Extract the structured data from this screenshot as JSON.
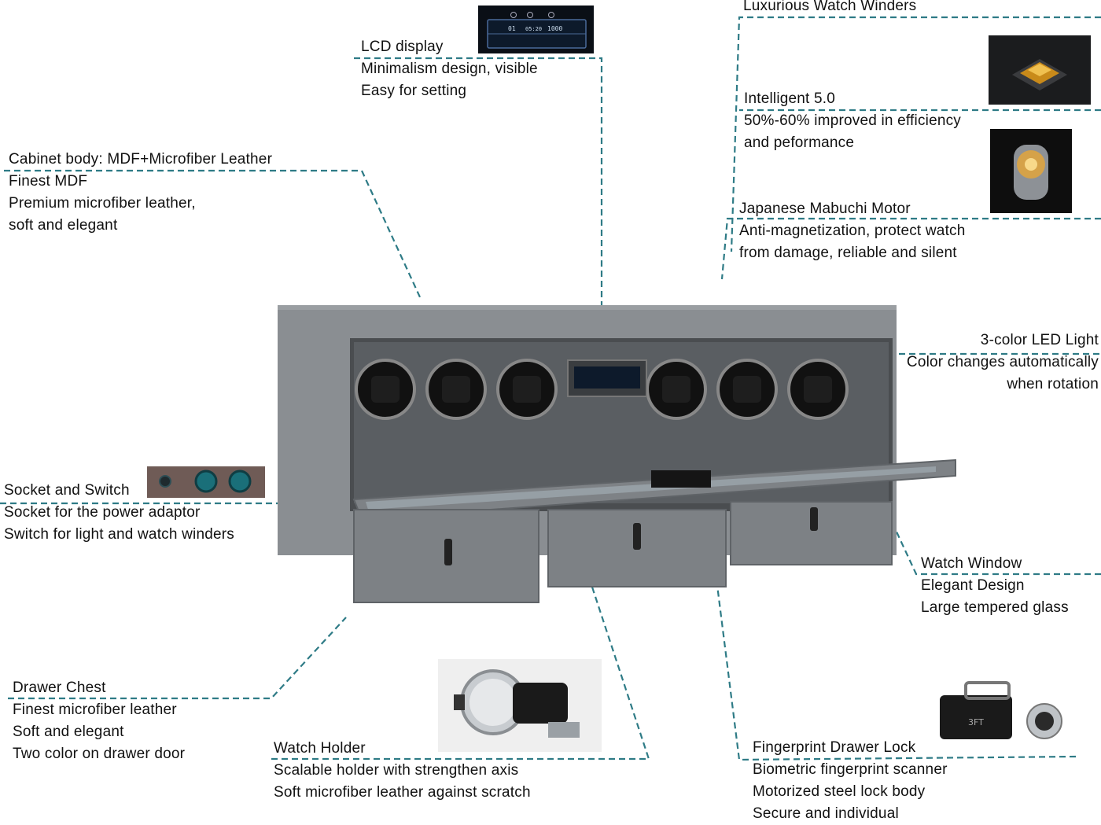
{
  "colors": {
    "leader": "#2e7b86",
    "cabinet": "#8a8e92",
    "cabinet_dark": "#6b6f73",
    "interior": "#3f4245",
    "winder": "#111111",
    "lcd": "#0d1a2b"
  },
  "features": {
    "luxurious": {
      "title": "Luxurious Watch Winders"
    },
    "lcd": {
      "title": "LCD display",
      "lines": [
        "Minimalism design, visible",
        "Easy for setting"
      ]
    },
    "cabinet": {
      "title": "Cabinet body: MDF+Microfiber Leather",
      "lines": [
        "Finest MDF",
        "Premium microfiber leather,",
        "soft and elegant"
      ]
    },
    "intelligent": {
      "title": "Intelligent 5.0",
      "lines": [
        "50%-60% improved in efficiency",
        "and peformance"
      ]
    },
    "motor": {
      "title": "Japanese Mabuchi Motor",
      "lines": [
        "Anti-magnetization, protect watch",
        "from damage, reliable and silent"
      ]
    },
    "led": {
      "title": "3-color LED Light",
      "lines": [
        "Color changes automatically",
        "when rotation"
      ]
    },
    "socket": {
      "title": "Socket and Switch",
      "lines": [
        "Socket for the power adaptor",
        "Switch for light and watch winders"
      ]
    },
    "window": {
      "title": "Watch Window",
      "lines": [
        "Elegant Design",
        "Large tempered glass"
      ]
    },
    "drawer": {
      "title": "Drawer Chest",
      "lines": [
        "Finest microfiber leather",
        "Soft and elegant",
        "Two color on drawer door"
      ]
    },
    "holder": {
      "title": "Watch Holder",
      "lines": [
        "Scalable holder with strengthen axis",
        "Soft microfiber leather against scratch"
      ]
    },
    "fingerprint": {
      "title": "Fingerprint Drawer Lock",
      "lines": [
        "Biometric fingerprint scanner",
        "Motorized steel lock body",
        "Secure and individual"
      ]
    }
  },
  "lcd_panel": {
    "labels": [
      "01",
      "05:20",
      "1000"
    ],
    "markers": [
      "1",
      "2",
      "3"
    ]
  },
  "lock_badge": "3FT",
  "icons": [
    "chip-icon",
    "motor-icon",
    "socket-switch-icon",
    "watch-holder-icon",
    "fingerprint-lock-icon",
    "lcd-panel-icon"
  ]
}
